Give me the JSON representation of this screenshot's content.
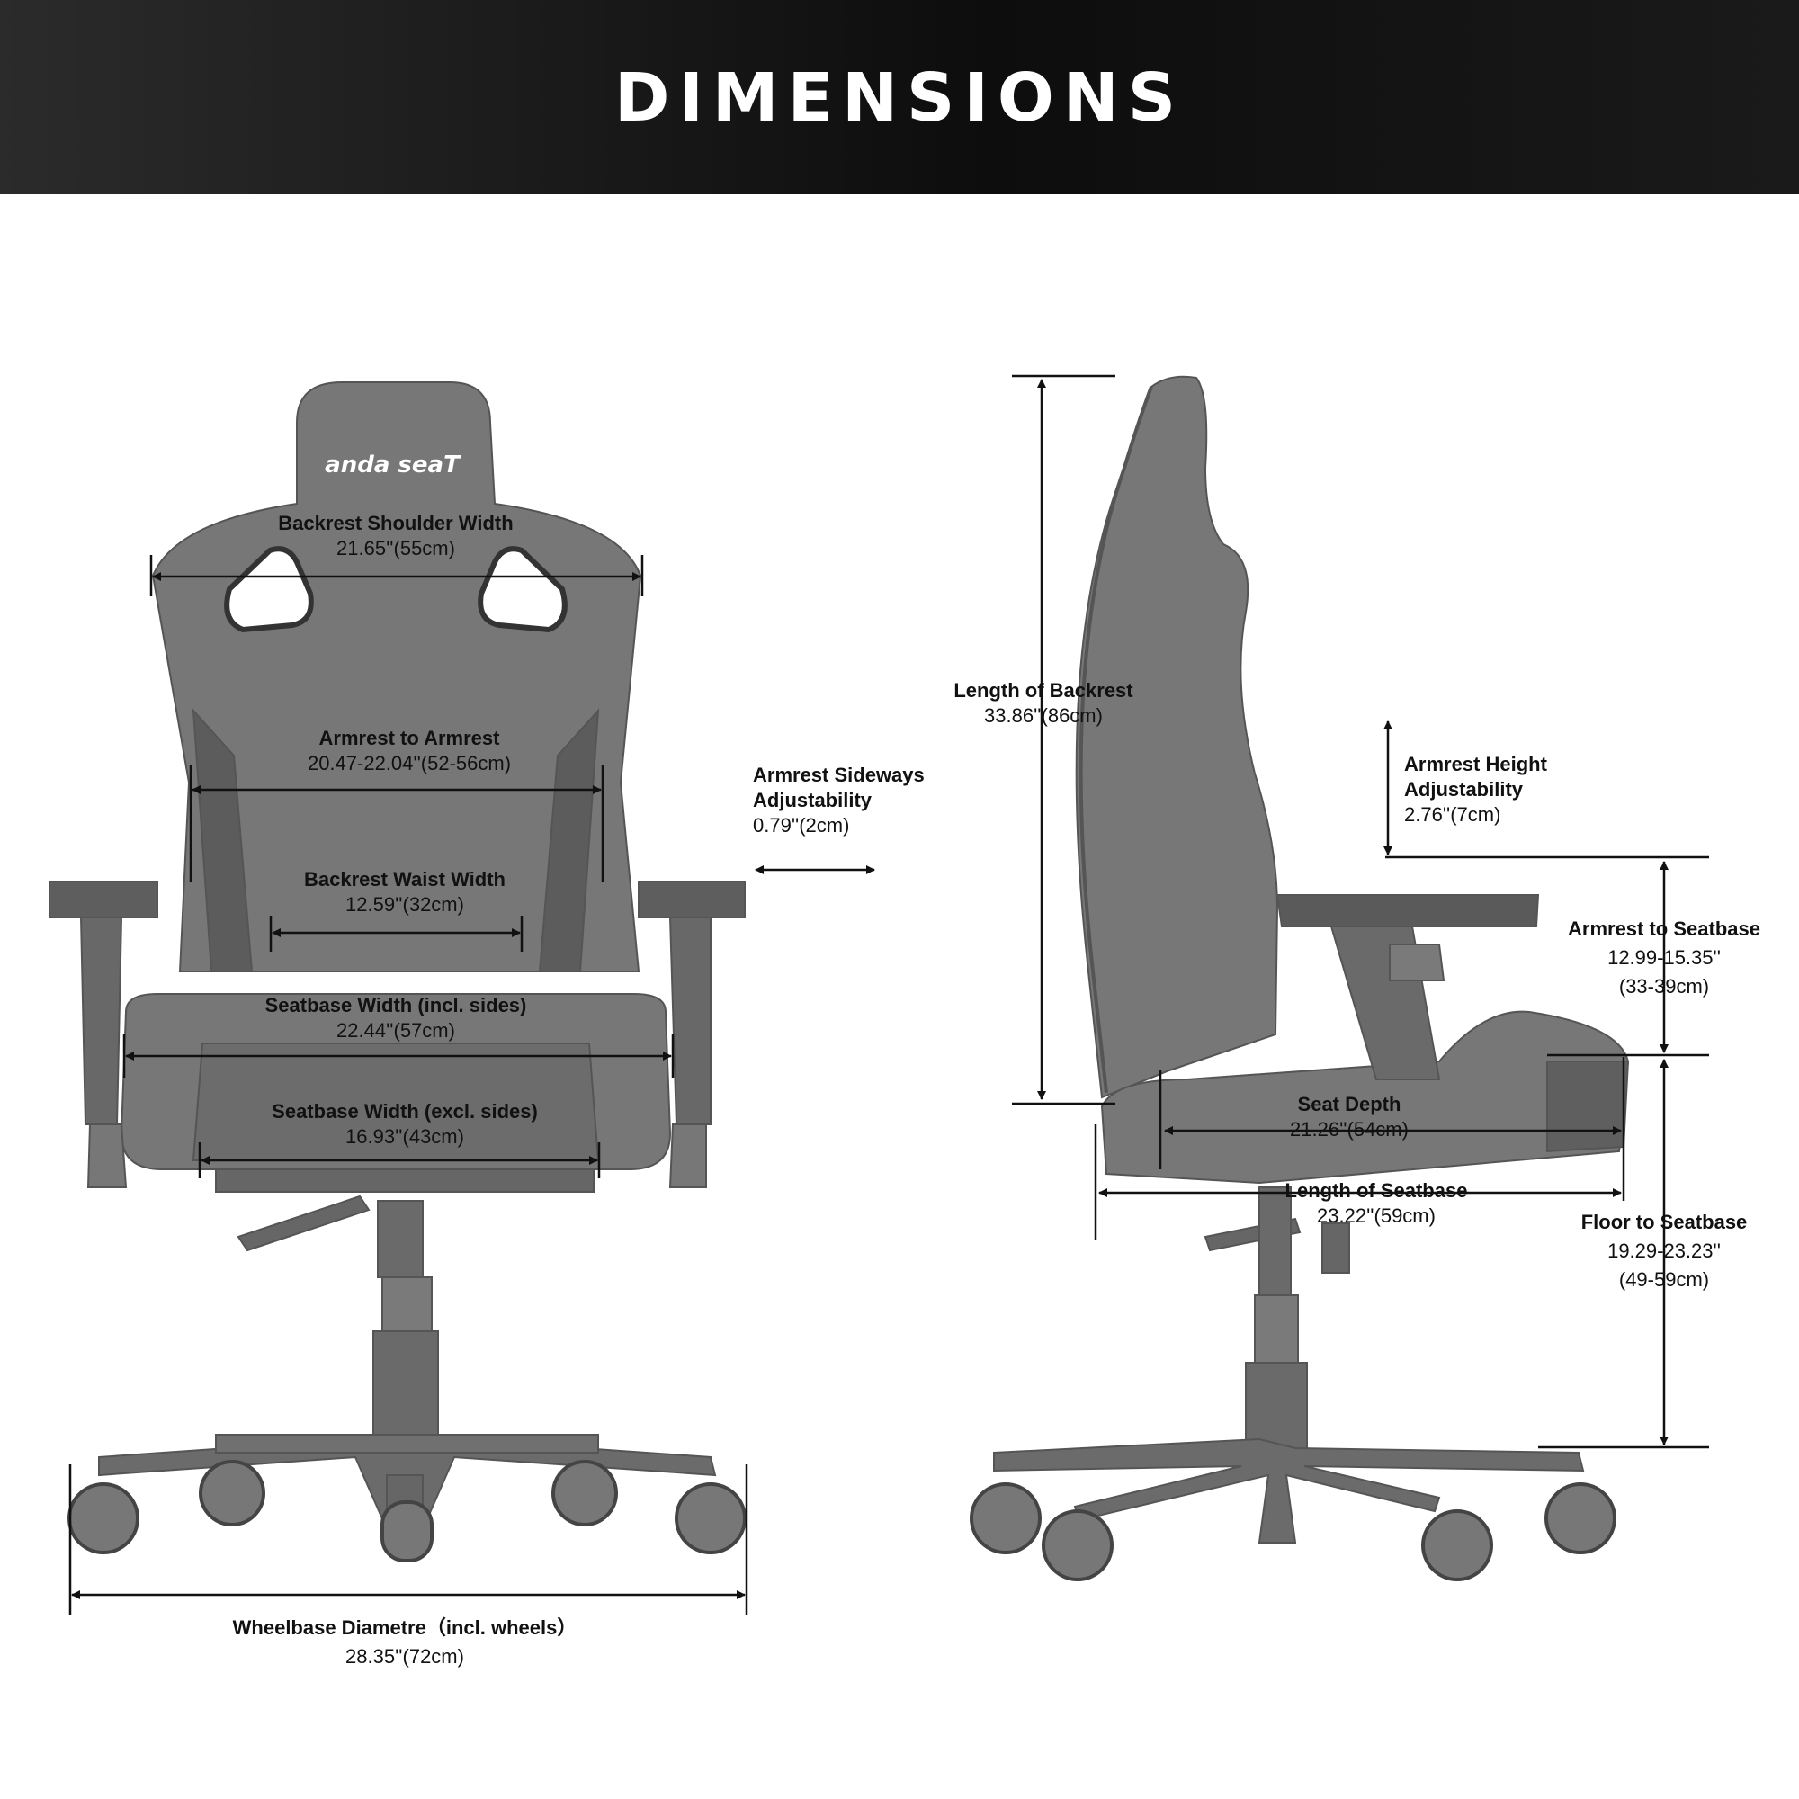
{
  "header": {
    "title": "DIMENSIONS"
  },
  "brand": {
    "logo_text": "anda seaT"
  },
  "front": {
    "backrest_shoulder": {
      "name": "Backrest Shoulder Width",
      "value": "21.65''(55cm)"
    },
    "armrest_to_armrest": {
      "name": "Armrest to Armrest",
      "value": "20.47-22.04''(52-56cm)"
    },
    "backrest_waist": {
      "name": "Backrest Waist Width",
      "value": "12.59''(32cm)"
    },
    "seatbase_incl": {
      "name": "Seatbase Width (incl. sides)",
      "value": "22.44''(57cm)"
    },
    "seatbase_excl": {
      "name": "Seatbase Width (excl. sides)",
      "value": "16.93''(43cm)"
    },
    "wheelbase": {
      "name": "Wheelbase Diametre（incl. wheels）",
      "value": "28.35''(72cm)"
    },
    "armrest_sideways": {
      "name_line1": "Armrest Sideways",
      "name_line2": "Adjustability",
      "value": "0.79''(2cm)"
    }
  },
  "side": {
    "backrest_length": {
      "name": "Length of Backrest",
      "value": "33.86''(86cm)"
    },
    "armrest_height": {
      "name_line1": "Armrest Height",
      "name_line2": "Adjustability",
      "value": "2.76''(7cm)"
    },
    "armrest_to_seatbase": {
      "name": "Armrest to Seatbase",
      "value_line1": "12.99-15.35''",
      "value_line2": "(33-39cm)"
    },
    "seat_depth": {
      "name": "Seat Depth",
      "value": "21.26''(54cm)"
    },
    "seatbase_length": {
      "name": "Length of Seatbase",
      "value": "23.22''(59cm)"
    },
    "floor_to_seatbase": {
      "name": "Floor to Seatbase",
      "value_line1": "19.29-23.23''",
      "value_line2": "(49-59cm)"
    }
  },
  "colors": {
    "chair": "#767676",
    "chair_dark": "#5f5f5f",
    "header_bg": "#111111",
    "text": "#111111"
  }
}
